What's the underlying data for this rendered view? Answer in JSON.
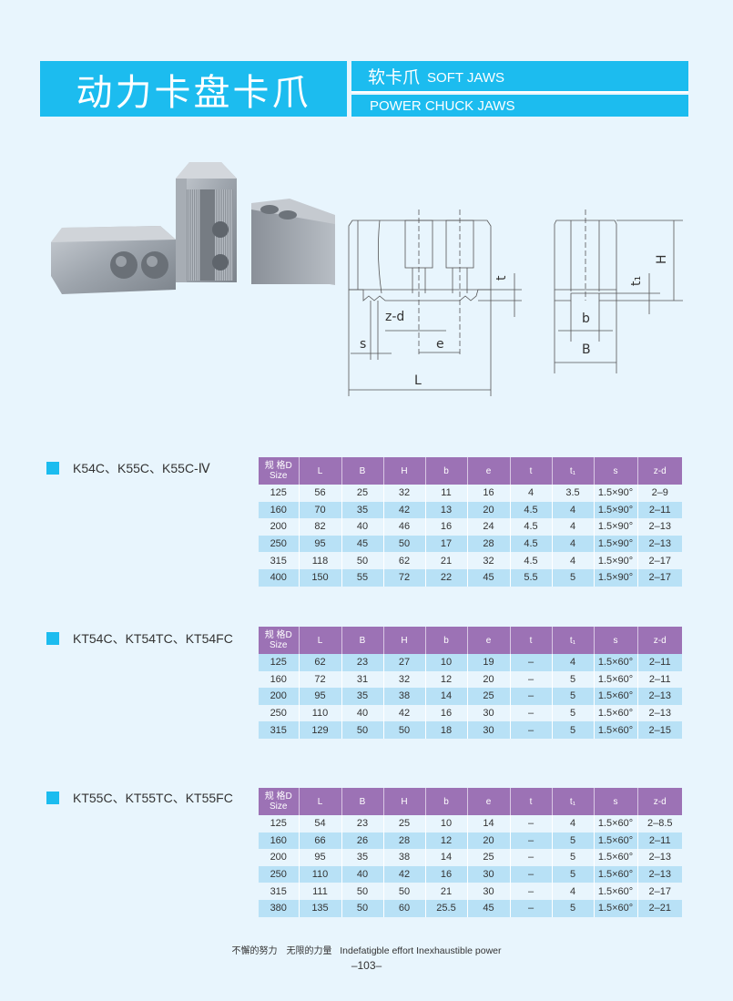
{
  "header": {
    "title_cn": "动力卡盘卡爪",
    "subtitle_cn": "软卡爪",
    "subtitle_en": "SOFT JAWS",
    "category_en": "POWER CHUCK JAWS"
  },
  "colors": {
    "accent": "#1cbcef",
    "table_header": "#9c72b5",
    "row_blue": "#b8e1f6",
    "row_light": "#e8f5fd",
    "page_bg": "#e8f5fd"
  },
  "drawings": {
    "front_labels": [
      "t",
      "z-d",
      "s",
      "e",
      "L"
    ],
    "side_labels": [
      "H",
      "t1",
      "b",
      "B"
    ]
  },
  "columns": [
    "规 格D\nSize",
    "L",
    "B",
    "H",
    "b",
    "e",
    "t",
    "t1",
    "s",
    "z-d"
  ],
  "column_labels": {
    "size_cn": "规 格D",
    "size_en": "Size",
    "L": "L",
    "B": "B",
    "H": "H",
    "b": "b",
    "e": "e",
    "t": "t",
    "t1": "t₁",
    "s": "s",
    "zd": "z-d"
  },
  "sections": [
    {
      "title": "K54C、K55C、K55C-Ⅳ",
      "rows": [
        [
          "125",
          "56",
          "25",
          "32",
          "11",
          "16",
          "4",
          "3.5",
          "1.5×90°",
          "2–9"
        ],
        [
          "160",
          "70",
          "35",
          "42",
          "13",
          "20",
          "4.5",
          "4",
          "1.5×90°",
          "2–11"
        ],
        [
          "200",
          "82",
          "40",
          "46",
          "16",
          "24",
          "4.5",
          "4",
          "1.5×90°",
          "2–13"
        ],
        [
          "250",
          "95",
          "45",
          "50",
          "17",
          "28",
          "4.5",
          "4",
          "1.5×90°",
          "2–13"
        ],
        [
          "315",
          "118",
          "50",
          "62",
          "21",
          "32",
          "4.5",
          "4",
          "1.5×90°",
          "2–17"
        ],
        [
          "400",
          "150",
          "55",
          "72",
          "22",
          "45",
          "5.5",
          "5",
          "1.5×90°",
          "2–17"
        ]
      ]
    },
    {
      "title": "KT54C、KT54TC、KT54FC",
      "rows": [
        [
          "125",
          "62",
          "23",
          "27",
          "10",
          "19",
          "–",
          "4",
          "1.5×60°",
          "2–11"
        ],
        [
          "160",
          "72",
          "31",
          "32",
          "12",
          "20",
          "–",
          "5",
          "1.5×60°",
          "2–11"
        ],
        [
          "200",
          "95",
          "35",
          "38",
          "14",
          "25",
          "–",
          "5",
          "1.5×60°",
          "2–13"
        ],
        [
          "250",
          "110",
          "40",
          "42",
          "16",
          "30",
          "–",
          "5",
          "1.5×60°",
          "2–13"
        ],
        [
          "315",
          "129",
          "50",
          "50",
          "18",
          "30",
          "–",
          "5",
          "1.5×60°",
          "2–15"
        ]
      ]
    },
    {
      "title": "KT55C、KT55TC、KT55FC",
      "rows": [
        [
          "125",
          "54",
          "23",
          "25",
          "10",
          "14",
          "–",
          "4",
          "1.5×60°",
          "2–8.5"
        ],
        [
          "160",
          "66",
          "26",
          "28",
          "12",
          "20",
          "–",
          "5",
          "1.5×60°",
          "2–11"
        ],
        [
          "200",
          "95",
          "35",
          "38",
          "14",
          "25",
          "–",
          "5",
          "1.5×60°",
          "2–13"
        ],
        [
          "250",
          "110",
          "40",
          "42",
          "16",
          "30",
          "–",
          "5",
          "1.5×60°",
          "2–13"
        ],
        [
          "315",
          "111",
          "50",
          "50",
          "21",
          "30",
          "–",
          "4",
          "1.5×60°",
          "2–17"
        ],
        [
          "380",
          "135",
          "50",
          "60",
          "25.5",
          "45",
          "–",
          "5",
          "1.5×60°",
          "2–21"
        ]
      ]
    }
  ],
  "footer": {
    "slogan_cn": "不懈的努力　无限的力量",
    "slogan_en": "Indefatigble effort  Inexhaustible power",
    "page_number": "–103–"
  }
}
